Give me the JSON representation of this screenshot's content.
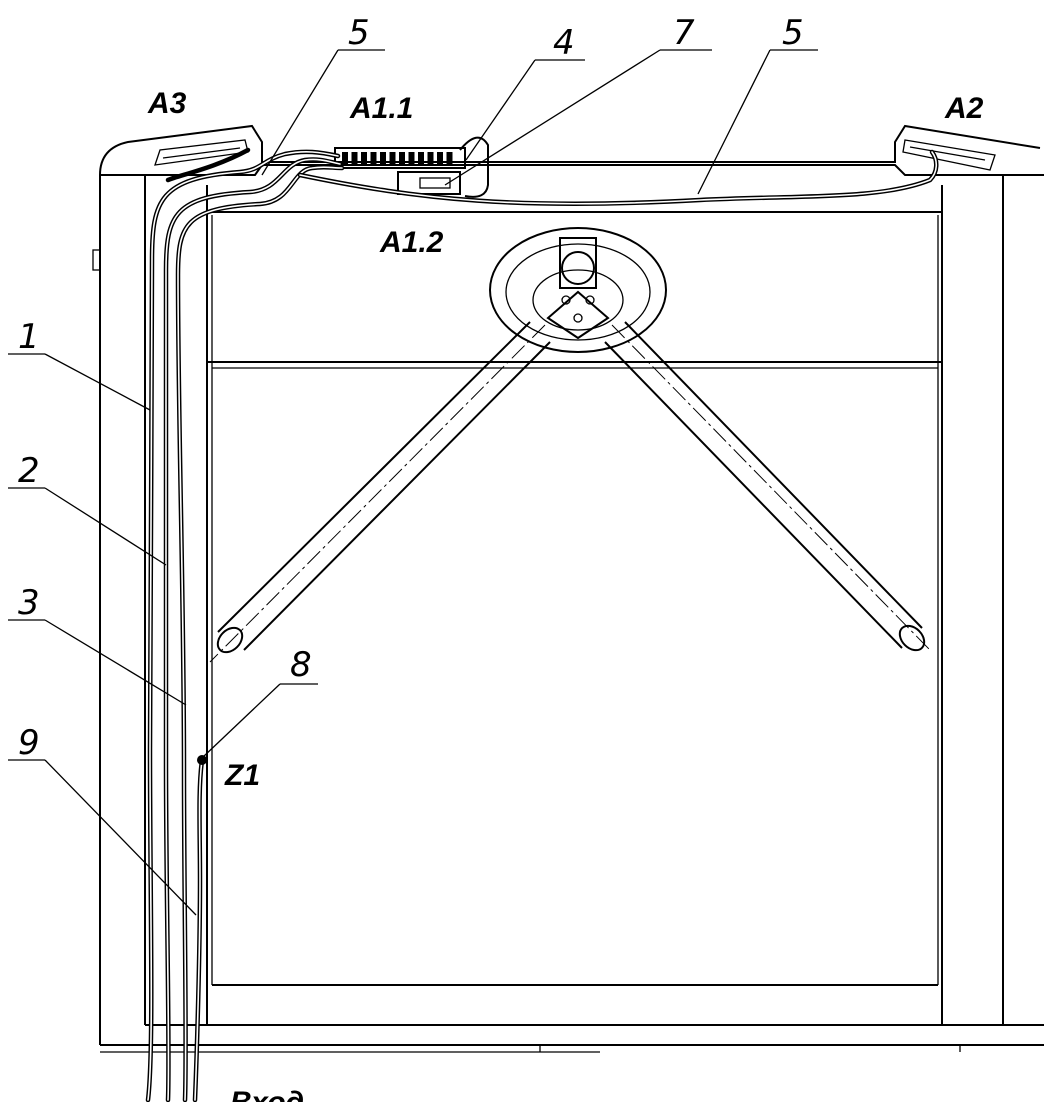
{
  "diagram": {
    "callouts": [
      {
        "id": "1",
        "label": "1"
      },
      {
        "id": "2",
        "label": "2"
      },
      {
        "id": "3",
        "label": "3"
      },
      {
        "id": "4",
        "label": "4"
      },
      {
        "id": "5a",
        "label": "5"
      },
      {
        "id": "5b",
        "label": "5"
      },
      {
        "id": "7",
        "label": "7"
      },
      {
        "id": "8",
        "label": "8"
      },
      {
        "id": "9",
        "label": "9"
      }
    ],
    "components": {
      "A1_1": "A1.1",
      "A1_2": "A1.2",
      "A2": "A2",
      "A3": "A3",
      "Z1": "Z1"
    },
    "bottom_text": "Вход"
  }
}
